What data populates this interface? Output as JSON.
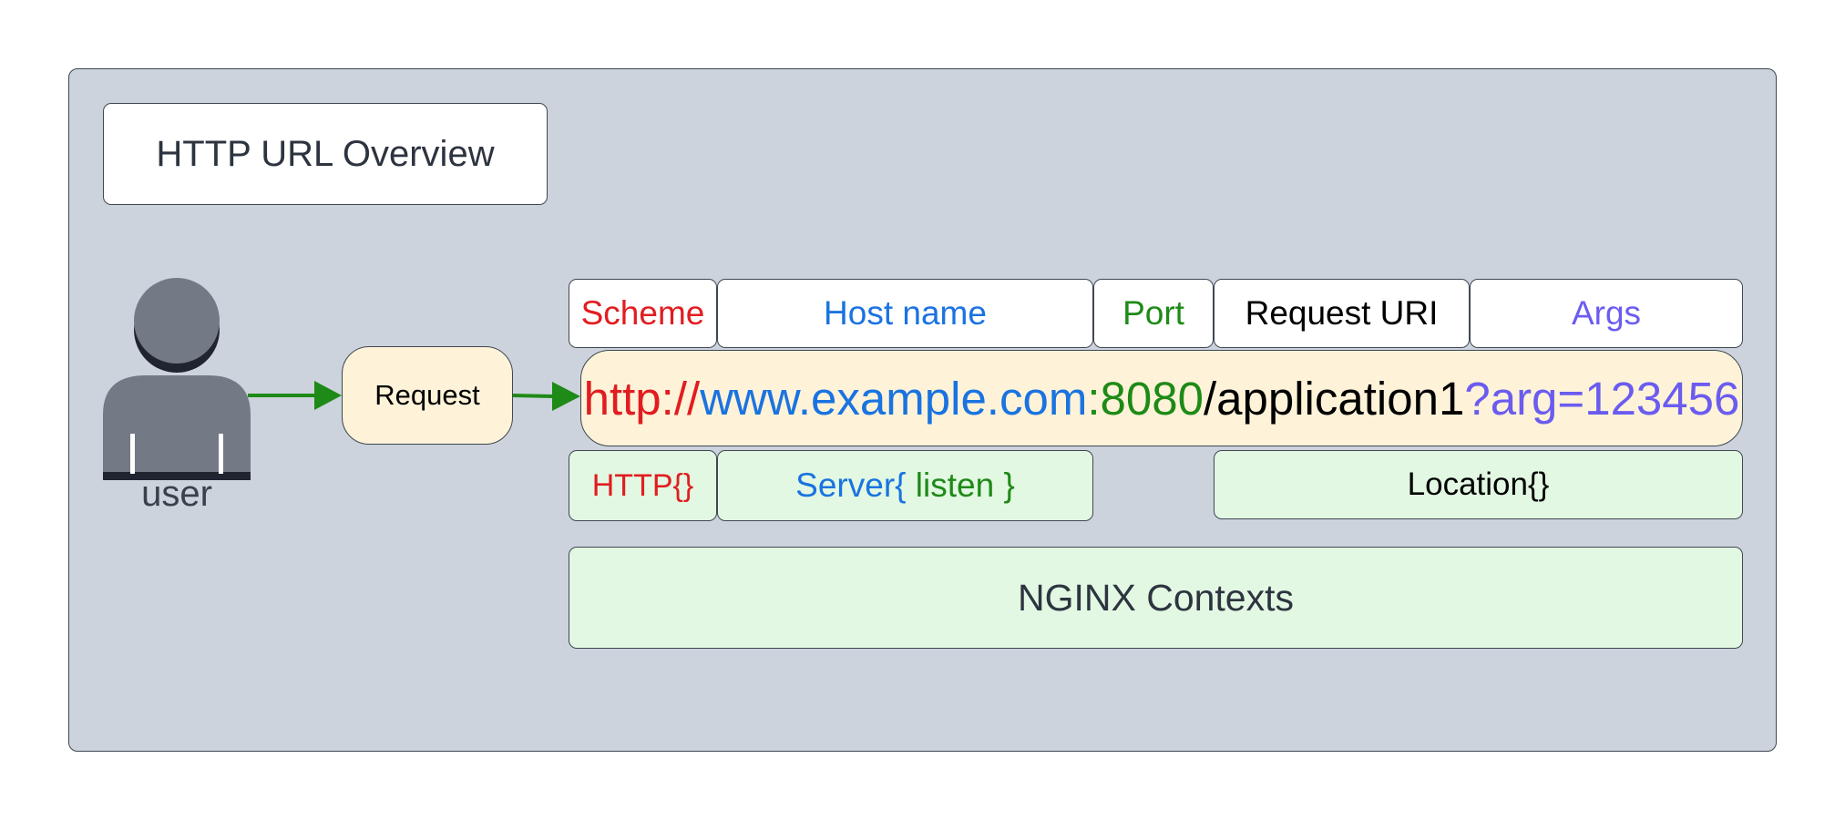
{
  "title": "HTTP URL Overview",
  "user_label": "user",
  "request_label": "Request",
  "url_parts": {
    "scheme_label": "Scheme",
    "host_label": "Host name",
    "port_label": "Port",
    "uri_label": "Request URI",
    "args_label": "Args"
  },
  "url": {
    "scheme": "http://",
    "host": "www.example.com",
    "port": ":8080",
    "path": "/application1",
    "args": "?arg=123456"
  },
  "contexts": {
    "http": "HTTP{}",
    "server_open": "Server{ ",
    "listen": "listen }",
    "location": "Location{}",
    "nginx": "NGINX Contexts"
  },
  "colors": {
    "scheme": "#e11d21",
    "host": "#1a73e0",
    "port": "#1e8a17",
    "uri": "#000000",
    "args": "#6b5cf0",
    "arrow": "#1e8a17",
    "panel": "#ccd3dc",
    "context_fill": "#e2f8e2",
    "request_fill": "#fef3d8"
  },
  "icons": {
    "user": "user-icon"
  }
}
